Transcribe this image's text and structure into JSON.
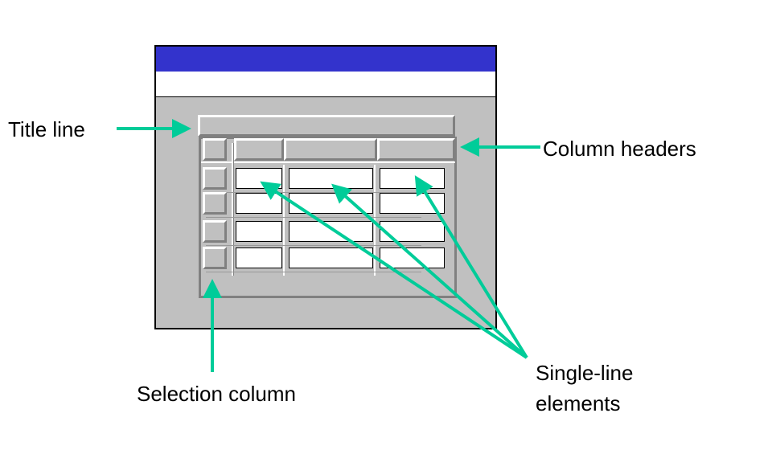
{
  "labels": {
    "title_line": "Title line",
    "column_headers": "Column headers",
    "selection_column": "Selection column",
    "single_line_line1": "Single-line",
    "single_line_line2": "elements"
  },
  "colors": {
    "title_bar": "#3333cc",
    "arrow": "#00cc99",
    "panel": "#c0c0c0"
  }
}
